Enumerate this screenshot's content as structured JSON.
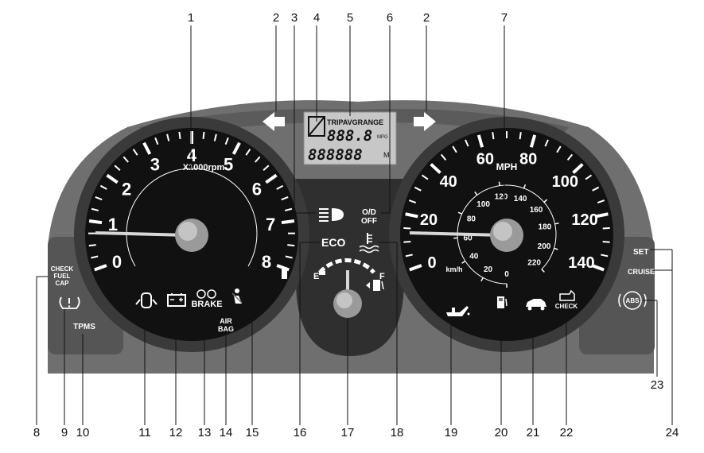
{
  "tachometer": {
    "numbers": [
      "0",
      "1",
      "2",
      "3",
      "4",
      "5",
      "6",
      "7",
      "8"
    ],
    "unit": "X1000rpm"
  },
  "speedometer": {
    "mph_numbers": [
      "0",
      "20",
      "40",
      "60",
      "80",
      "100",
      "120",
      "140"
    ],
    "kmh_numbers": [
      "0",
      "20",
      "40",
      "60",
      "80",
      "100",
      "120",
      "140",
      "160",
      "180",
      "200",
      "220"
    ],
    "mph_unit": "MPH",
    "kmh_unit": "km/h"
  },
  "lcd": {
    "modes": "TRIPAVGRANGE",
    "line1": "888.8",
    "line1_unit": "MPG",
    "line2": "888888",
    "line2_unit": "M"
  },
  "indicators": {
    "od_off_1": "O/D",
    "od_off_2": "OFF",
    "eco": "ECO",
    "fuel_empty": "E",
    "fuel_full": "F",
    "brake": "BRAKE",
    "airbag_1": "AIR",
    "airbag_2": "BAG",
    "check_engine": "CHECK",
    "abs": "ABS",
    "set": "SET",
    "cruise": "CRUISE",
    "check_fuel_cap_1": "CHECK",
    "check_fuel_cap_2": "FUEL",
    "check_fuel_cap_3": "CAP",
    "tpms": "TPMS"
  },
  "callouts": {
    "top": [
      "1",
      "2",
      "3",
      "4",
      "5",
      "6",
      "2",
      "7"
    ],
    "bottom": [
      "8",
      "9",
      "10",
      "11",
      "12",
      "13",
      "14",
      "15",
      "16",
      "17",
      "18",
      "19",
      "20",
      "21",
      "22",
      "24"
    ],
    "side": "23"
  }
}
